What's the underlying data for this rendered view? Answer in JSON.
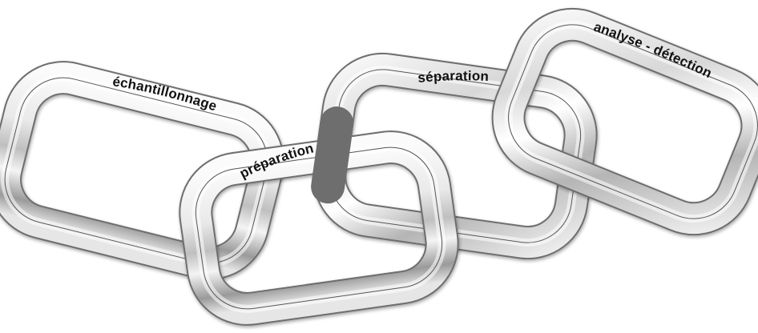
{
  "diagram": {
    "links": [
      {
        "id": "link-1",
        "label": "échantillonnage"
      },
      {
        "id": "link-2",
        "label": "préparation"
      },
      {
        "id": "link-3",
        "label": "séparation"
      },
      {
        "id": "link-4",
        "label": "analyse - détection"
      }
    ]
  }
}
